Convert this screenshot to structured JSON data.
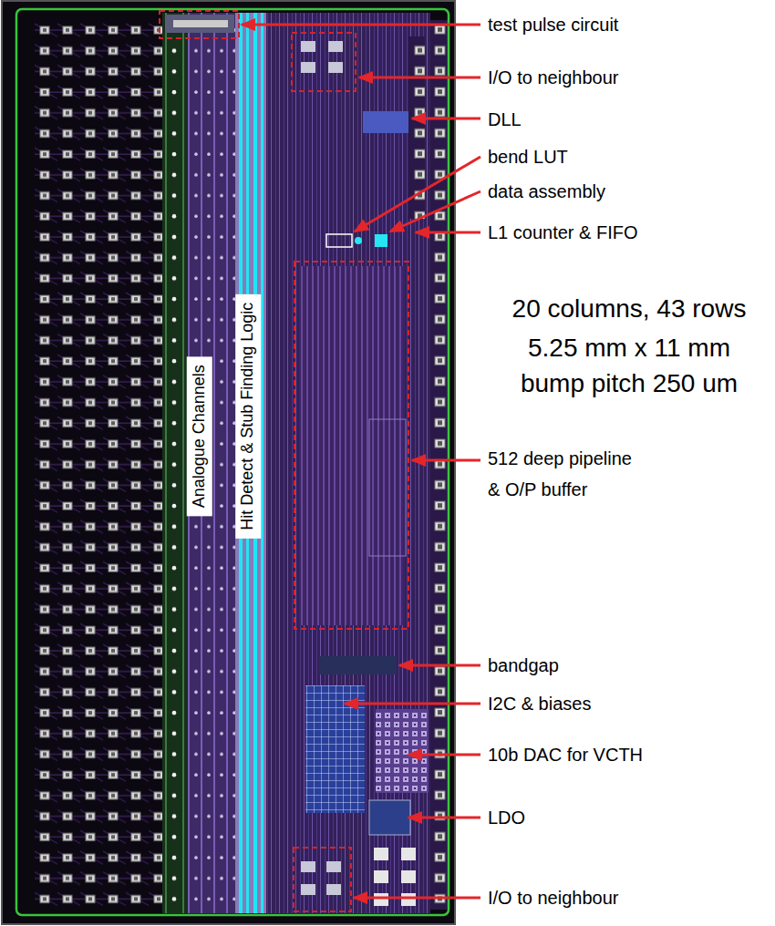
{
  "diagram": {
    "nodes": [
      {
        "text": [
          "Analogue Channels"
        ]
      },
      {
        "text": [
          "Hit Detect & Stub Finding Logic"
        ]
      }
    ],
    "labels": [
      "test pulse circuit",
      "I/O to neighbour",
      "DLL",
      "bend LUT",
      "data assembly",
      "L1 counter & FIFO",
      "20 columns, 43 rows",
      "5.25 mm x 11 mm",
      "bump pitch 250 um",
      "512 deep pipeline & O/P buffer",
      "bandgap",
      "I2C & biases",
      "10b DAC for VCTH",
      "LDO",
      "I/O to neighbour"
    ]
  }
}
